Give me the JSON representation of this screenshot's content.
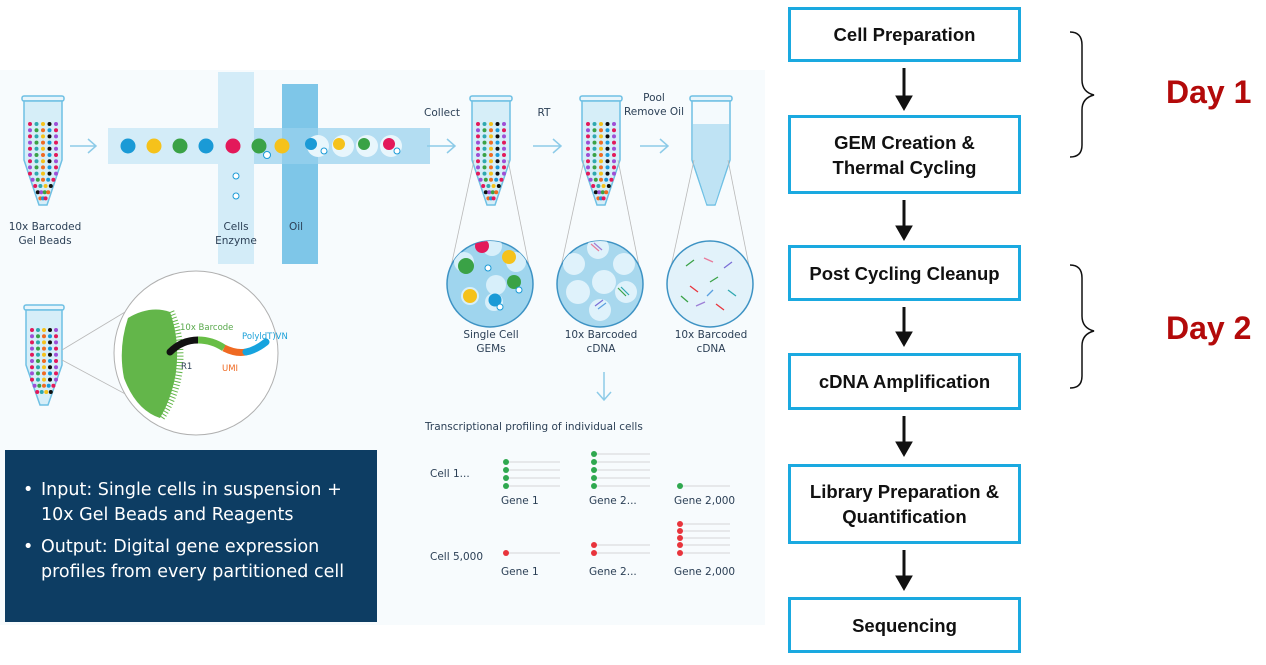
{
  "illustration": {
    "labels": {
      "gel_beads": "10x Barcoded\nGel Beads",
      "cells_enzyme": "Cells\nEnzyme",
      "oil": "Oil",
      "collect": "Collect",
      "rt": "RT",
      "pool": "Pool\nRemove Oil",
      "single_cell_gems": "Single Cell\nGEMs",
      "cdna_1": "10x Barcoded\ncDNA",
      "cdna_2": "10x Barcoded\ncDNA",
      "barcode": "10x Barcode",
      "polydt": "PolyldT)VN",
      "r1": "R1",
      "umi": "UMI",
      "profiling_title": "Transcriptional profiling of individual cells",
      "cell_1": "Cell 1...",
      "cell_5000": "Cell 5,000",
      "gene_1a": "Gene 1",
      "gene_2a": "Gene 2...",
      "gene_2000a": "Gene 2,000",
      "gene_1b": "Gene 1",
      "gene_2b": "Gene 2...",
      "gene_2000b": "Gene 2,000"
    },
    "colors": {
      "line": "#7cc6e6",
      "tube_fill": "#cfeaf6",
      "dark_green": "#3aa246",
      "red_dot": "#e8343c",
      "green_dot": "#2fa84f"
    }
  },
  "info": {
    "items": [
      "Input: Single cells in suspension + 10x Gel Beads and Reagents",
      "Output: Digital gene expression profiles from every partitioned cell"
    ],
    "bullet": "•"
  },
  "workflow": {
    "steps": [
      "Cell Preparation",
      "GEM Creation &\nThermal Cycling",
      "Post Cycling Cleanup",
      "cDNA Amplification",
      "Library Preparation &\nQuantification",
      "Sequencing"
    ],
    "day1": "Day 1",
    "day2": "Day 2",
    "box_border_color": "#1aa9e0",
    "day_color": "#b30a0a"
  }
}
